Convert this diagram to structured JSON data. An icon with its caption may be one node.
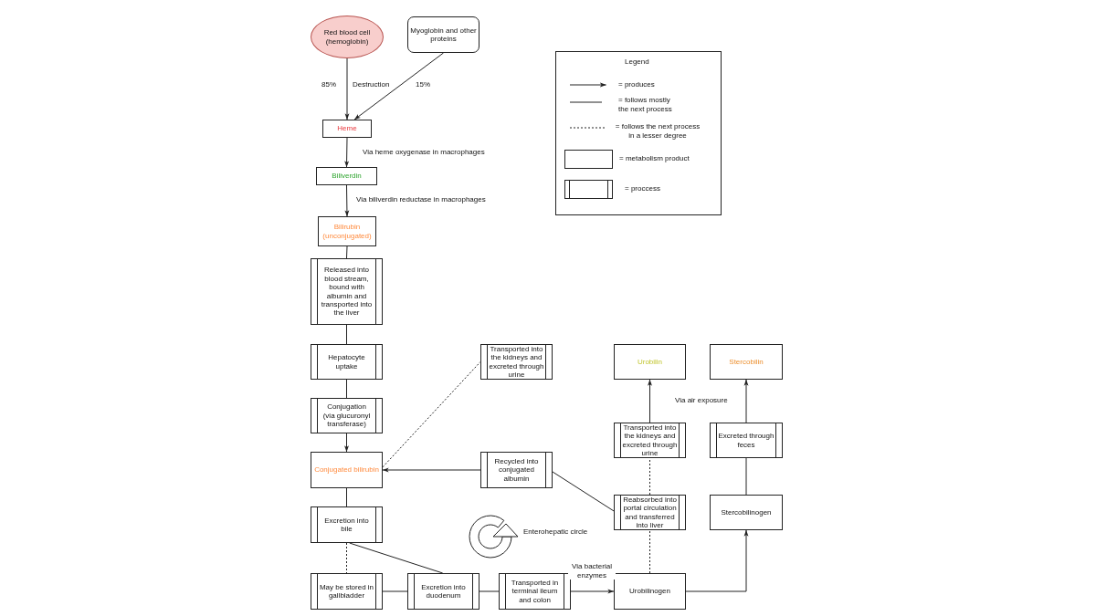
{
  "diagram": {
    "nodes": [
      {
        "text": [
          "Red blood cell (hemoglobin)"
        ]
      },
      {
        "text": [
          "Myoglobin and other proteins"
        ]
      },
      {
        "text": [
          "Heme"
        ]
      },
      {
        "text": [
          "Biliverdin"
        ]
      },
      {
        "text": [
          "Bilirubin (unconjugated)"
        ]
      },
      {
        "text": [
          "Released into blood stream, bound with albumin and transported into the liver"
        ]
      },
      {
        "text": [
          "Hepatocyte uptake"
        ]
      },
      {
        "text": [
          "Conjugation (via glucuronyl transferase)"
        ]
      },
      {
        "text": [
          "Conjugated bilirubin"
        ]
      },
      {
        "text": [
          "Excretion into bile"
        ]
      },
      {
        "text": [
          "May be stored in gallbladder"
        ]
      },
      {
        "text": [
          "Excretion into duodenum"
        ]
      },
      {
        "text": [
          "Transported in terminal ileum and colon"
        ]
      },
      {
        "text": [
          "Urobilinogen"
        ]
      },
      {
        "text": [
          "Reabsorbed into portal circulation and transferred into liver"
        ]
      },
      {
        "text": [
          "Transported into the kidneys and excreted through urine"
        ]
      },
      {
        "text": [
          "Urobilin"
        ]
      },
      {
        "text": [
          "Stercobilinogen"
        ]
      },
      {
        "text": [
          "Excreted through feces"
        ]
      },
      {
        "text": [
          "Stercobilin"
        ]
      },
      {
        "text": [
          "Recycled into conjugated albumin"
        ]
      },
      {
        "text": [
          "Transported into the kidneys and excreted through urine"
        ]
      }
    ],
    "edges": [
      {
        "from": 0,
        "to": 2,
        "arrow": "to",
        "label": "85%"
      },
      {
        "from": 1,
        "to": 2,
        "arrow": "to",
        "label": "15%"
      },
      {
        "from": 2,
        "to": 3,
        "arrow": "to",
        "label": "Via heme oxygenase in macrophages"
      },
      {
        "from": 3,
        "to": 4,
        "arrow": "to",
        "label": "Via biliverdin reductase in macrophages"
      },
      {
        "from": 4,
        "to": 5,
        "arrow": "none"
      },
      {
        "from": 5,
        "to": 6,
        "arrow": "none"
      },
      {
        "from": 6,
        "to": 7,
        "arrow": "none"
      },
      {
        "from": 7,
        "to": 8,
        "arrow": "to"
      },
      {
        "from": 8,
        "to": 21,
        "arrow": "none",
        "style": "dashed"
      },
      {
        "from": 20,
        "to": 8,
        "arrow": "to"
      },
      {
        "from": 14,
        "to": 20,
        "arrow": "none"
      },
      {
        "from": 8,
        "to": 9,
        "arrow": "none"
      },
      {
        "from": 9,
        "to": 10,
        "arrow": "none",
        "style": "dashed"
      },
      {
        "from": 9,
        "to": 11,
        "arrow": "none"
      },
      {
        "from": 10,
        "to": 11,
        "arrow": "none"
      },
      {
        "from": 11,
        "to": 12,
        "arrow": "none"
      },
      {
        "from": 12,
        "to": 13,
        "arrow": "to",
        "label": "Via bacterial enzymes"
      },
      {
        "from": 13,
        "to": 14,
        "arrow": "none",
        "style": "dashed"
      },
      {
        "from": 14,
        "to": 15,
        "arrow": "none",
        "style": "dashed"
      },
      {
        "from": 15,
        "to": 16,
        "arrow": "to"
      },
      {
        "from": 13,
        "to": 17,
        "arrow": "to"
      },
      {
        "from": 17,
        "to": 18,
        "arrow": "none"
      },
      {
        "from": 18,
        "to": 19,
        "arrow": "to"
      }
    ],
    "labels": [
      "Destruction",
      "Legend",
      "Via air exposure",
      "Enterohepatic circle"
    ],
    "legend": [
      {
        "text": "= produces"
      },
      {
        "text": "= follows mostly the next process"
      },
      {
        "text": "= follows the next process in a lesser degree"
      },
      {
        "text": "= metabolism product"
      },
      {
        "text": "= proccess"
      }
    ]
  }
}
